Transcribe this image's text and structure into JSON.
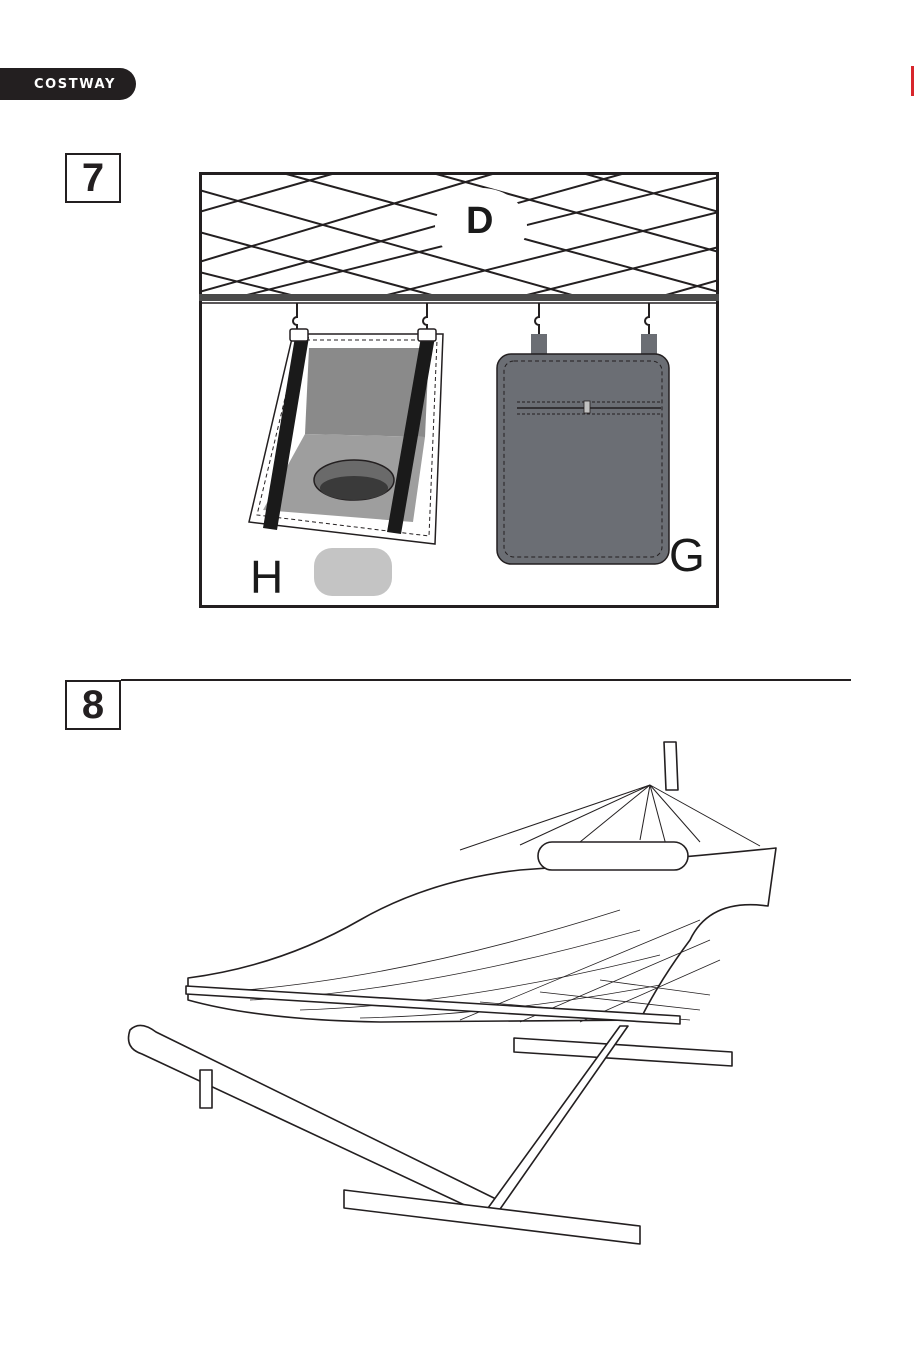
{
  "header": {
    "brand": "COSTWAY",
    "brand_color": "#231f20",
    "accent_color": "#d7262c"
  },
  "steps": [
    {
      "number": "7",
      "labels": {
        "frame": "D",
        "cup_holder": "H",
        "pocket": "G"
      }
    },
    {
      "number": "8"
    }
  ],
  "icons": {
    "step7_illustration": "hammock-underside-with-cup-holder-and-pocket-illustration",
    "step8_illustration": "assembled-hammock-on-stand-illustration"
  }
}
